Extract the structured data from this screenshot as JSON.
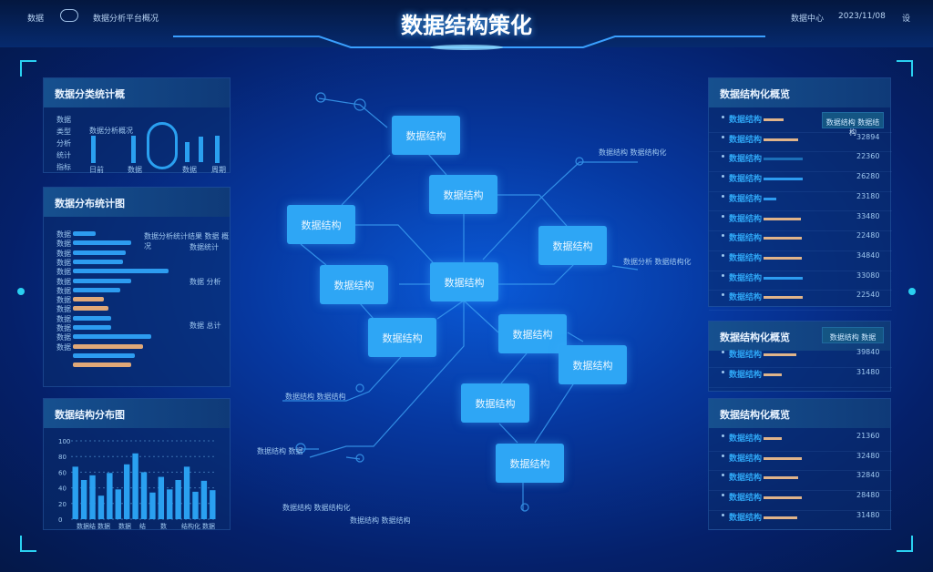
{
  "header": {
    "title": "数据结构策化",
    "left_label": "数据",
    "subtitle": "数据分析平台概况",
    "right_label": "数据中心",
    "date": "2023/11/08",
    "right_icon_text": "设"
  },
  "left": {
    "panel1": {
      "title": "数据分类统计概",
      "legend": [
        "数据",
        "类型",
        "分析",
        "统计",
        "指标"
      ],
      "note": "数据分析概况",
      "bar_labels": [
        "日前",
        "数据",
        "数据",
        "周期"
      ]
    },
    "panel2": {
      "title": "数据分布统计图",
      "rows": [
        {
          "label": "数据",
          "value": 25,
          "color": "#2d9cf0"
        },
        {
          "label": "数据",
          "value": 64,
          "color": "#2d9cf0"
        },
        {
          "label": "数据",
          "value": 58,
          "color": "#2d9cf0"
        },
        {
          "label": "数据",
          "value": 55,
          "color": "#2d9cf0"
        },
        {
          "label": "数据",
          "value": 105,
          "color": "#2d9cf0"
        },
        {
          "label": "数据",
          "value": 64,
          "color": "#2d9cf0"
        },
        {
          "label": "数据",
          "value": 52,
          "color": "#2d9cf0"
        },
        {
          "label": "数据",
          "value": 34,
          "color": "#e0a878"
        },
        {
          "label": "数据",
          "value": 39,
          "color": "#e0a878"
        },
        {
          "label": "数据",
          "value": 42,
          "color": "#2d9cf0"
        },
        {
          "label": "数据",
          "value": 42,
          "color": "#2d9cf0"
        },
        {
          "label": "数据",
          "value": 86,
          "color": "#2d9cf0"
        },
        {
          "label": "数据",
          "value": 77,
          "color": "#e0a878"
        },
        {
          "label": "数据",
          "value": 68,
          "color": "#2d9cf0"
        },
        {
          "label": "数据",
          "value": 64,
          "color": "#e0a878"
        }
      ],
      "notes": [
        "数据分析统计结果 数据 概况",
        "数据统计",
        "数据 分析",
        "数据 总计"
      ]
    }
  },
  "chart_data": {
    "type": "bar",
    "title": "数据结构分布图",
    "values": [
      67,
      50,
      56,
      30,
      59,
      38,
      70,
      84,
      60,
      34,
      54,
      38,
      50,
      67,
      35,
      49,
      37
    ],
    "ylim": [
      0,
      100
    ],
    "yticks": [
      0,
      20,
      40,
      60,
      80,
      100
    ],
    "xlabels": [
      "数据结",
      "数据",
      "数据",
      "结",
      "数",
      "结构化",
      "数据"
    ],
    "grid": true,
    "color": "#2aa0f0"
  },
  "graph": {
    "nodes": [
      "数据结构",
      "数据结构",
      "数据结构",
      "数据结构",
      "数据结构",
      "数据结构",
      "数据结构",
      "数据结构",
      "数据结构",
      "数据结构",
      "数据结构"
    ],
    "annotations": [
      "数据结构 数据结构化",
      "数据分析 数据结构化",
      "数据结构 数据结构",
      "数据结构 数据",
      "数据结构 数据结构化",
      "数据结构 数据结构"
    ]
  },
  "right": {
    "panel1": {
      "title": "数据结构化概览",
      "button": "数据结构 数据结构",
      "rows": [
        {
          "label": "数据结构",
          "value": 0.45,
          "color": "#e0b48a",
          "text": ""
        },
        {
          "label": "数据结构",
          "value": 0.8,
          "color": "#e0b48a",
          "text": "32894"
        },
        {
          "label": "数据结构",
          "value": 0.9,
          "color": "#1c6fb8",
          "text": "22360"
        },
        {
          "label": "数据结构",
          "value": 0.9,
          "color": "#2d9cf0",
          "text": "26280"
        },
        {
          "label": "数据结构",
          "value": 0.3,
          "color": "#2d9cf0",
          "text": "23180"
        },
        {
          "label": "数据结构",
          "value": 0.85,
          "color": "#e0b48a",
          "text": "33480"
        },
        {
          "label": "数据结构",
          "value": 0.88,
          "color": "#e0b48a",
          "text": "22480"
        },
        {
          "label": "数据结构",
          "value": 0.88,
          "color": "#e0b48a",
          "text": "34840"
        },
        {
          "label": "数据结构",
          "value": 0.9,
          "color": "#2d9cf0",
          "text": "33080"
        },
        {
          "label": "数据结构",
          "value": 0.9,
          "color": "#e0b48a",
          "text": "22540"
        }
      ]
    },
    "panel2": {
      "title": "数据结构化概览",
      "button": "数据结构 数据",
      "rows": [
        {
          "label": "数据结构",
          "value": 0.75,
          "color": "#e0b48a",
          "text": "39840"
        },
        {
          "label": "数据结构",
          "value": 0.42,
          "color": "#e0b48a",
          "text": "31480"
        }
      ]
    },
    "panel3": {
      "title": "数据结构化概览",
      "rows": [
        {
          "label": "数据结构",
          "value": 0.42,
          "color": "#e0b48a",
          "text": "21360"
        },
        {
          "label": "数据结构",
          "value": 0.87,
          "color": "#e0b48a",
          "text": "32480"
        },
        {
          "label": "数据结构",
          "value": 0.8,
          "color": "#e0b48a",
          "text": "32840"
        },
        {
          "label": "数据结构",
          "value": 0.87,
          "color": "#e0b48a",
          "text": "28480"
        },
        {
          "label": "数据结构",
          "value": 0.78,
          "color": "#e0b48a",
          "text": "31480"
        }
      ]
    }
  }
}
